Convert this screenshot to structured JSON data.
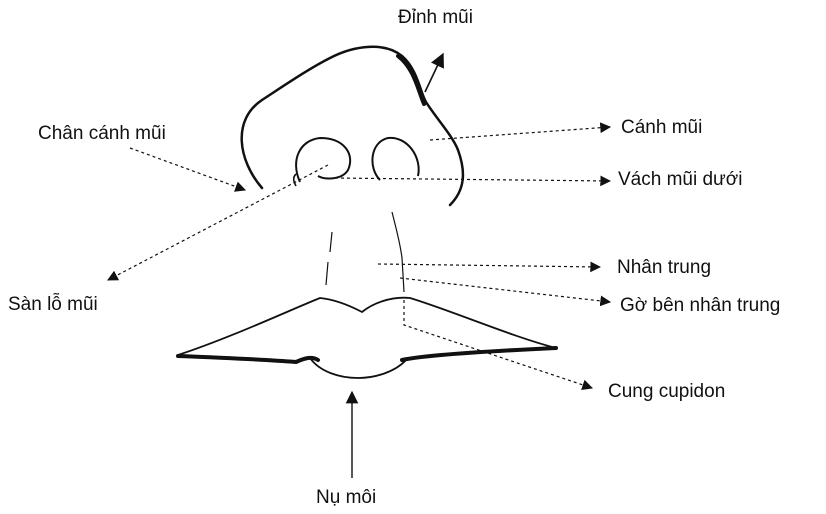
{
  "labels": {
    "dinh_mui": "Đỉnh mũi",
    "chan_canh_mui": "Chân cánh mũi",
    "canh_mui": "Cánh mũi",
    "vach_mui_duoi": "Vách mũi dưới",
    "nhan_trung": "Nhân trung",
    "san_lo_mui": "Sàn lỗ mũi",
    "go_ben_nhan_trung": "Gờ bên nhân trung",
    "cung_cupidon": "Cung cupidon",
    "nu_moi": "Nụ môi"
  },
  "colors": {
    "ink": "#111111",
    "background": "#ffffff"
  }
}
